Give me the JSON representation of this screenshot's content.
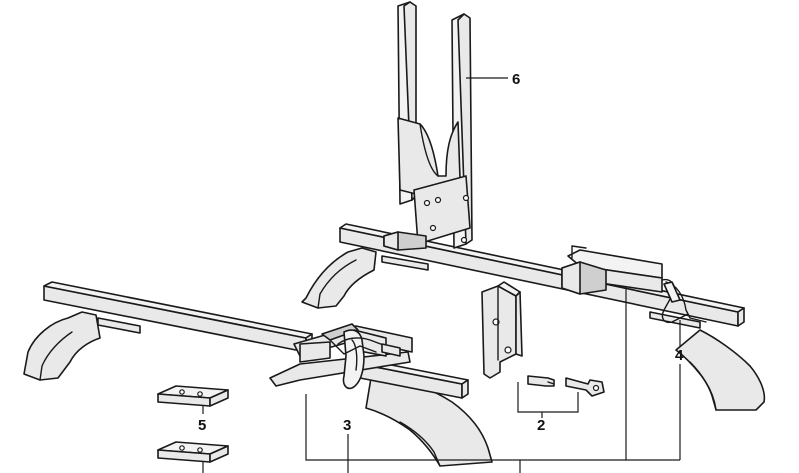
{
  "callouts": {
    "c2": "2",
    "c3": "3",
    "c4": "4",
    "c5": "5",
    "c6": "6"
  }
}
